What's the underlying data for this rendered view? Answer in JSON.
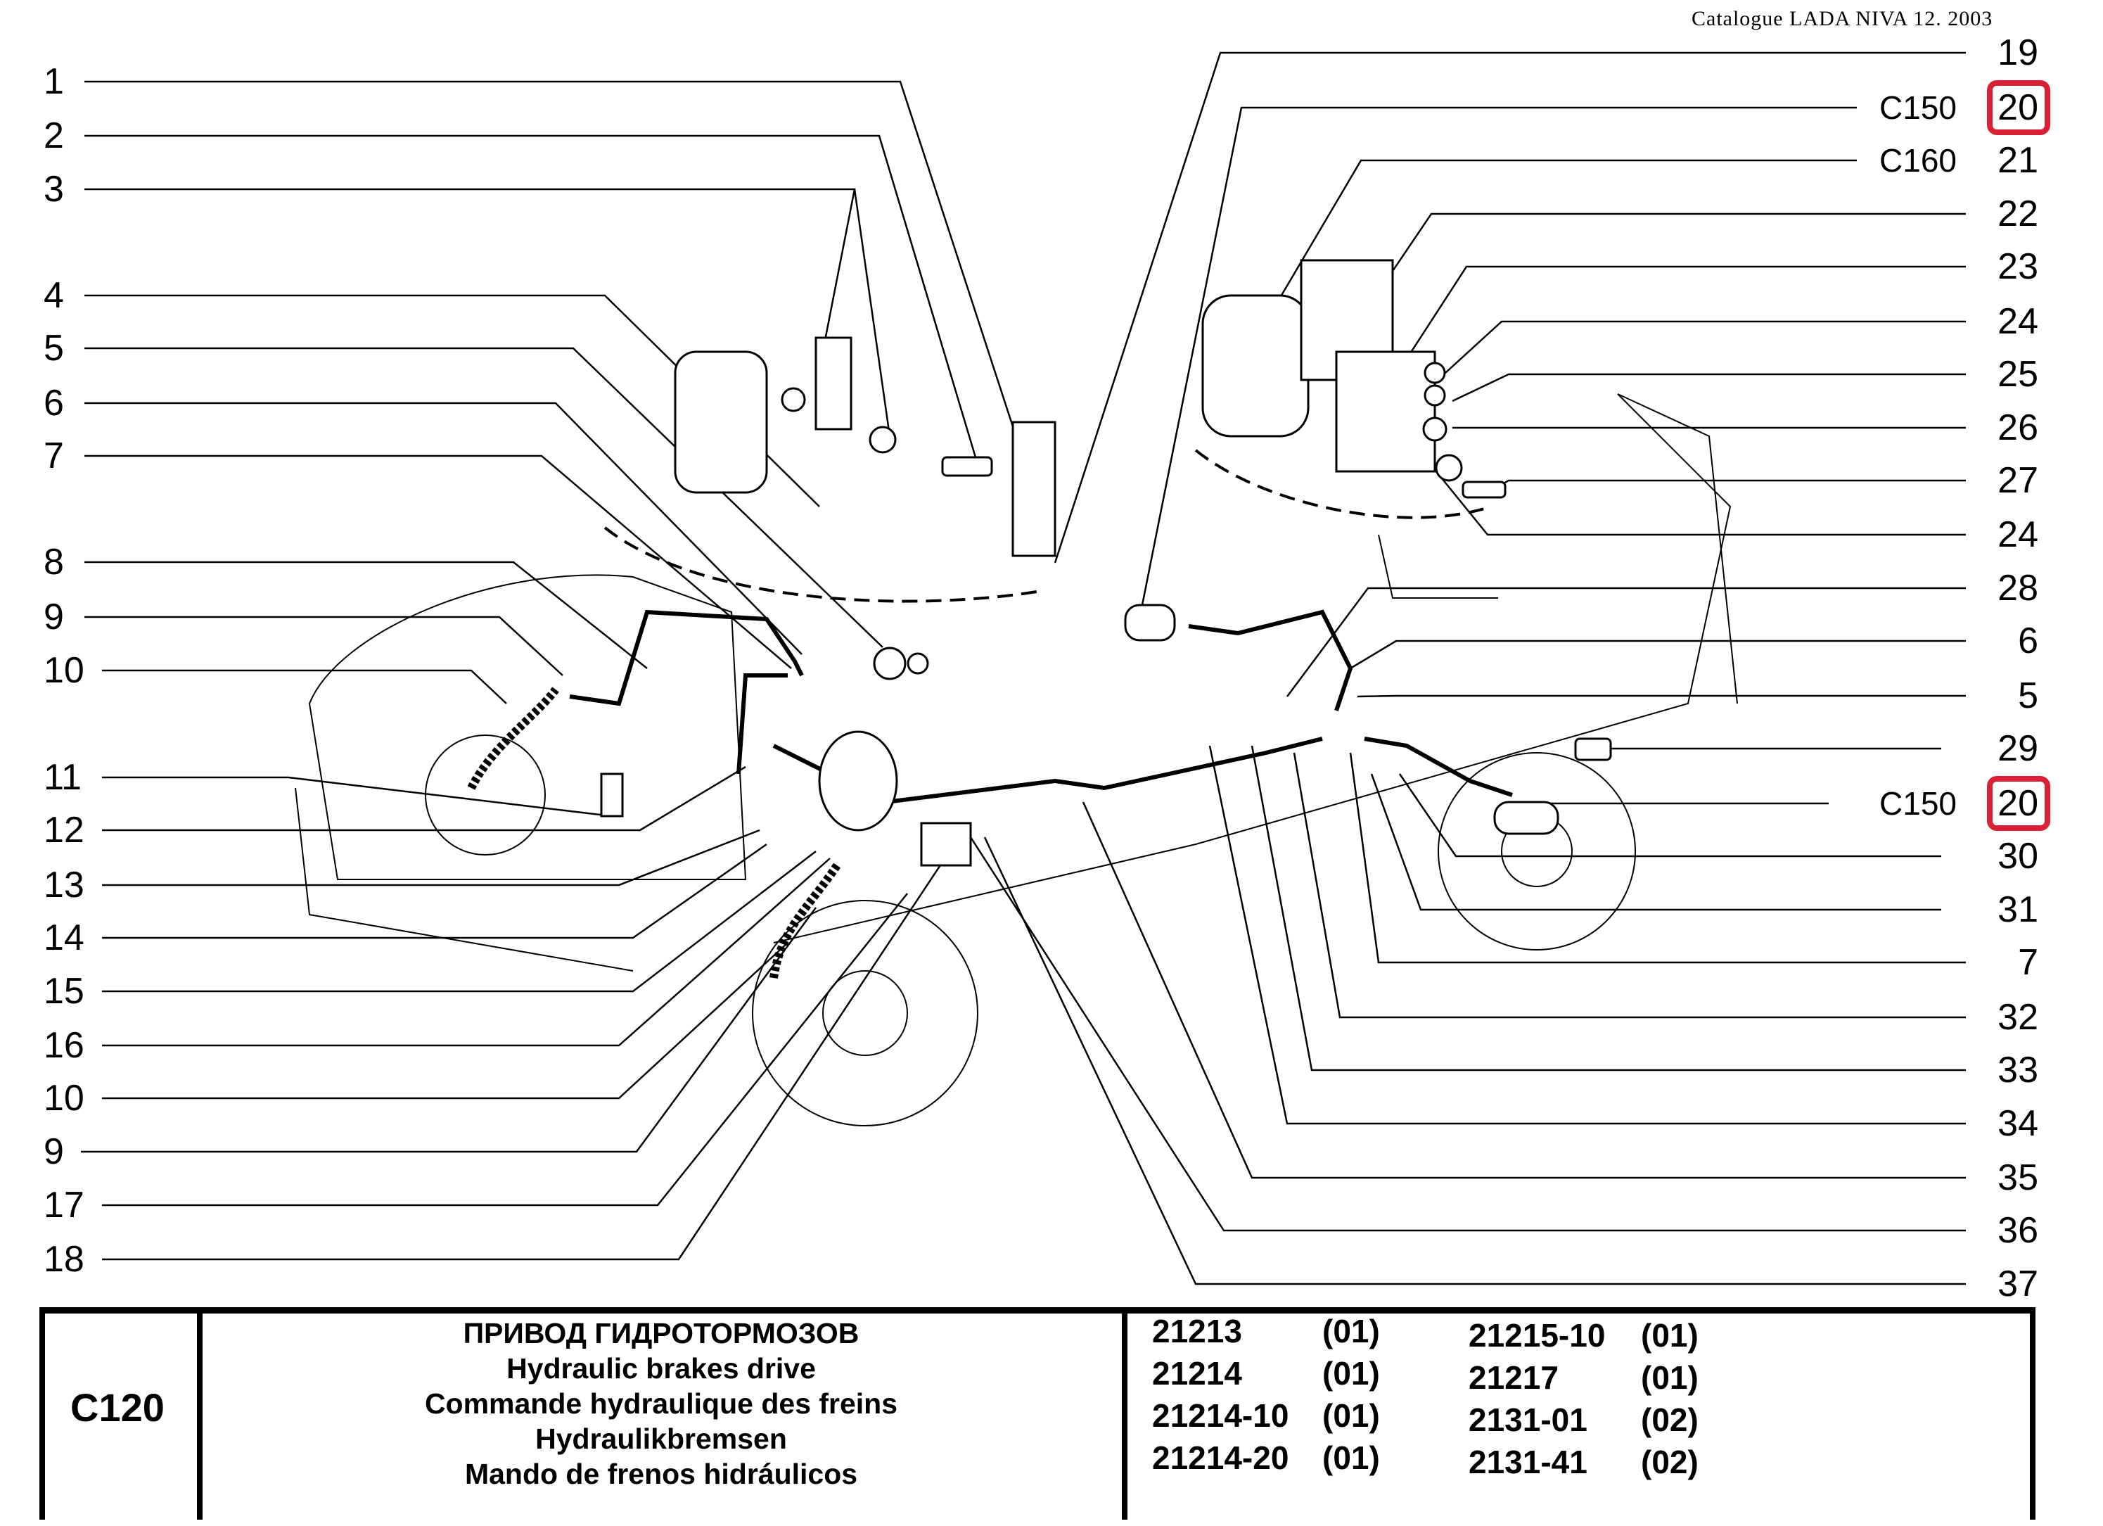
{
  "header": {
    "catalogue": "Catalogue LADA NIVA 12. 2003"
  },
  "left_labels": [
    "1",
    "2",
    "3",
    "4",
    "5",
    "6",
    "7",
    "8",
    "9",
    "10",
    "11",
    "12",
    "13",
    "14",
    "15",
    "16",
    "10",
    "9",
    "17",
    "18"
  ],
  "right_labels": [
    "19",
    "20",
    "21",
    "22",
    "23",
    "24",
    "25",
    "26",
    "27",
    "24",
    "28",
    "6",
    "5",
    "29",
    "20",
    "30",
    "31",
    "7",
    "32",
    "33",
    "34",
    "35",
    "36",
    "37"
  ],
  "references": [
    {
      "ref": "C150",
      "label_index": 1,
      "highlighted": true
    },
    {
      "ref": "C160",
      "label_index": 2,
      "highlighted": false
    },
    {
      "ref": "C150",
      "label_index": 14,
      "highlighted": true
    }
  ],
  "highlight_color": "#d92035",
  "footer": {
    "section_code": "C120",
    "titles": [
      "ПРИВОД ГИДРОТОРМОЗОВ",
      "Hydraulic brakes drive",
      "Commande hydraulique des freins",
      "Hydraulikbremsen",
      "Mando de frenos hidráulicos"
    ],
    "models_col1": [
      {
        "model": "21213",
        "variant": "(01)"
      },
      {
        "model": "21214",
        "variant": "(01)"
      },
      {
        "model": "21214-10",
        "variant": "(01)"
      },
      {
        "model": "21214-20",
        "variant": "(01)"
      }
    ],
    "models_col2": [
      {
        "model": "21215-10",
        "variant": "(01)"
      },
      {
        "model": "21217",
        "variant": "(01)"
      },
      {
        "model": "2131-01",
        "variant": "(02)"
      },
      {
        "model": "2131-41",
        "variant": "(02)"
      }
    ]
  }
}
